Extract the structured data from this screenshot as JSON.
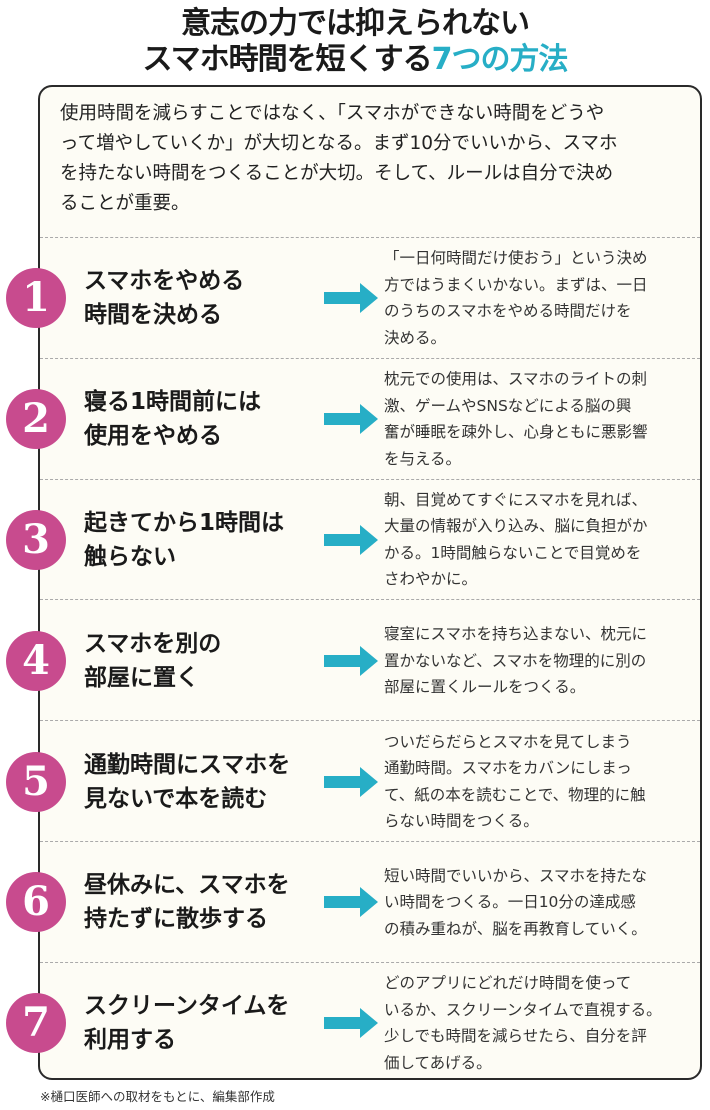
{
  "title": {
    "line1": "意志の力では抑えられない",
    "line2_main": "スマホ時間を短くする",
    "line2_accent": "7つの方法"
  },
  "intro": [
    "使用時間を減らすことではなく、「スマホができない時間をどうや",
    "って増やしていくか」が大切となる。まず10分でいいから、スマホ",
    "を持たない時間をつくることが大切。そして、ルールは自分で決め",
    "ることが重要。"
  ],
  "methods": [
    {
      "number": "1",
      "heading": [
        "スマホをやめる",
        "時間を決める"
      ],
      "description": [
        "「一日何時間だけ使おう」という決め",
        "方ではうまくいかない。まずは、一日",
        "のうちのスマホをやめる時間だけを",
        "決める。"
      ]
    },
    {
      "number": "2",
      "heading": [
        "寝る1時間前には",
        "使用をやめる"
      ],
      "description": [
        "枕元での使用は、スマホのライトの刺",
        "激、ゲームやSNSなどによる脳の興",
        "奮が睡眠を疎外し、心身ともに悪影響",
        "を与える。"
      ]
    },
    {
      "number": "3",
      "heading": [
        "起きてから1時間は",
        "触らない"
      ],
      "description": [
        "朝、目覚めてすぐにスマホを見れば、",
        "大量の情報が入り込み、脳に負担がか",
        "かる。1時間触らないことで目覚めを",
        "さわやかに。"
      ]
    },
    {
      "number": "4",
      "heading": [
        "スマホを別の",
        "部屋に置く"
      ],
      "description": [
        "寝室にスマホを持ち込まない、枕元に",
        "置かないなど、スマホを物理的に別の",
        "部屋に置くルールをつくる。"
      ]
    },
    {
      "number": "5",
      "heading": [
        "通勤時間にスマホを",
        "見ないで本を読む"
      ],
      "description": [
        "ついだらだらとスマホを見てしまう",
        "通勤時間。スマホをカバンにしまっ",
        "て、紙の本を読むことで、物理的に触",
        "らない時間をつくる。"
      ]
    },
    {
      "number": "6",
      "heading": [
        "昼休みに、スマホを",
        "持たずに散歩する"
      ],
      "description": [
        "短い時間でいいから、スマホを持たな",
        "い時間をつくる。一日10分の達成感",
        "の積み重ねが、脳を再教育していく。"
      ]
    },
    {
      "number": "7",
      "heading": [
        "スクリーンタイムを",
        "利用する"
      ],
      "description": [
        "どのアプリにどれだけ時間を使って",
        "いるか、スクリーンタイムで直視する。",
        "少しでも時間を減らせたら、自分を評",
        "価してあげる。"
      ]
    }
  ],
  "footnote": "※樋口医師への取材をもとに、編集部作成",
  "colors": {
    "accent": "#27aec6",
    "badge": "#c84b8e",
    "box_bg": "#fdfcf5"
  }
}
